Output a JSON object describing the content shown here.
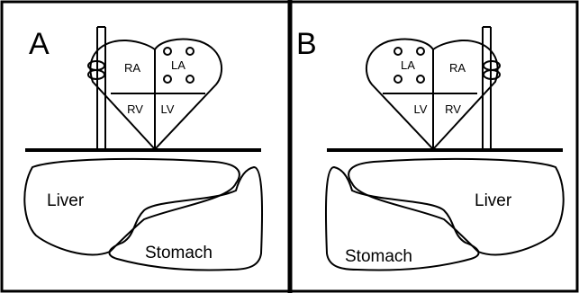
{
  "panels": [
    {
      "letter": "A",
      "chambers": {
        "ra": "RA",
        "la": "LA",
        "rv": "RV",
        "lv": "LV"
      },
      "organs": {
        "liver": "Liver",
        "stomach": "Stomach"
      }
    },
    {
      "letter": "B",
      "chambers": {
        "la": "LA",
        "ra": "RA",
        "lv": "LV",
        "rv": "RV"
      },
      "organs": {
        "liver": "Liver",
        "stomach": "Stomach"
      }
    }
  ],
  "colors": {
    "line": "#000000",
    "background": "#ffffff"
  }
}
